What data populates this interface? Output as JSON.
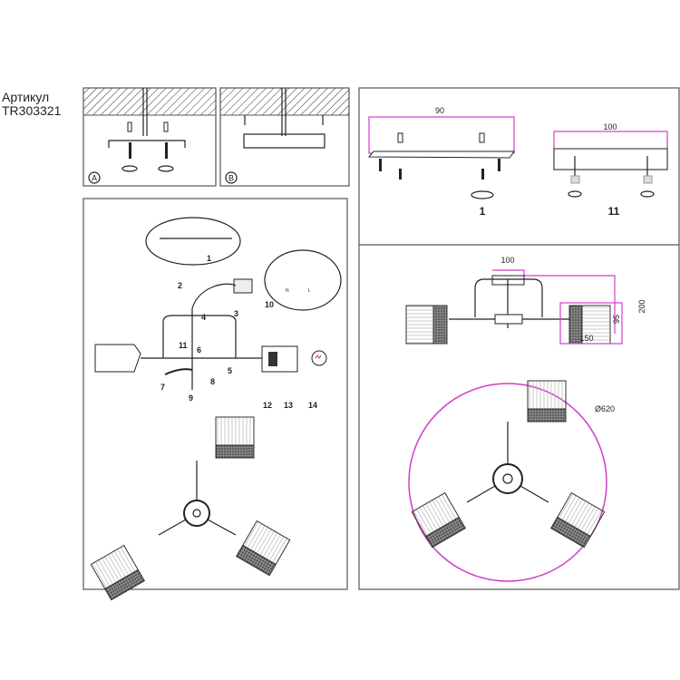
{
  "header": {
    "article_label": "Артикул",
    "article_number": "TR303321"
  },
  "step_a": {
    "badge": "A"
  },
  "step_b": {
    "badge": "B"
  },
  "assembly": {
    "parts": [
      "1",
      "2",
      "3",
      "4",
      "5",
      "6",
      "7",
      "8",
      "9",
      "10",
      "11",
      "12",
      "13",
      "14"
    ],
    "callouts": {
      "mount_detail_label": "1",
      "wiring_n": "N",
      "wiring_l": "L"
    }
  },
  "mounting": {
    "plate_width": "90",
    "plate_label": "1",
    "canopy_width": "100",
    "canopy_label": "11"
  },
  "dimensions": {
    "top_width": "100",
    "height": "200",
    "shade_height": "95",
    "shade_width": "150",
    "diameter": "Ø620"
  },
  "colors": {
    "dimension": "#d23cc8",
    "border": "#555555"
  }
}
